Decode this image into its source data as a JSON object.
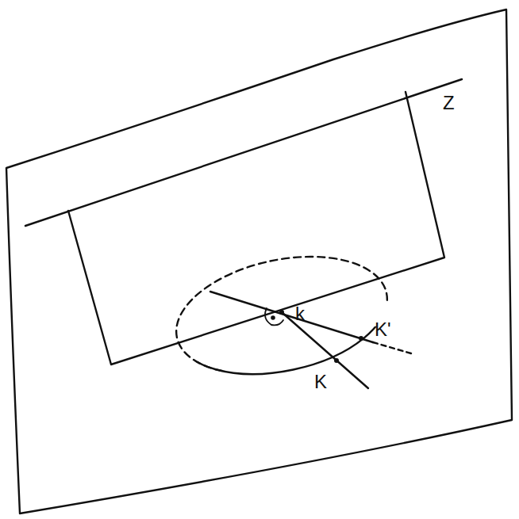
{
  "diagram": {
    "labels": [
      "Z",
      "k",
      "K'",
      "K"
    ]
  }
}
